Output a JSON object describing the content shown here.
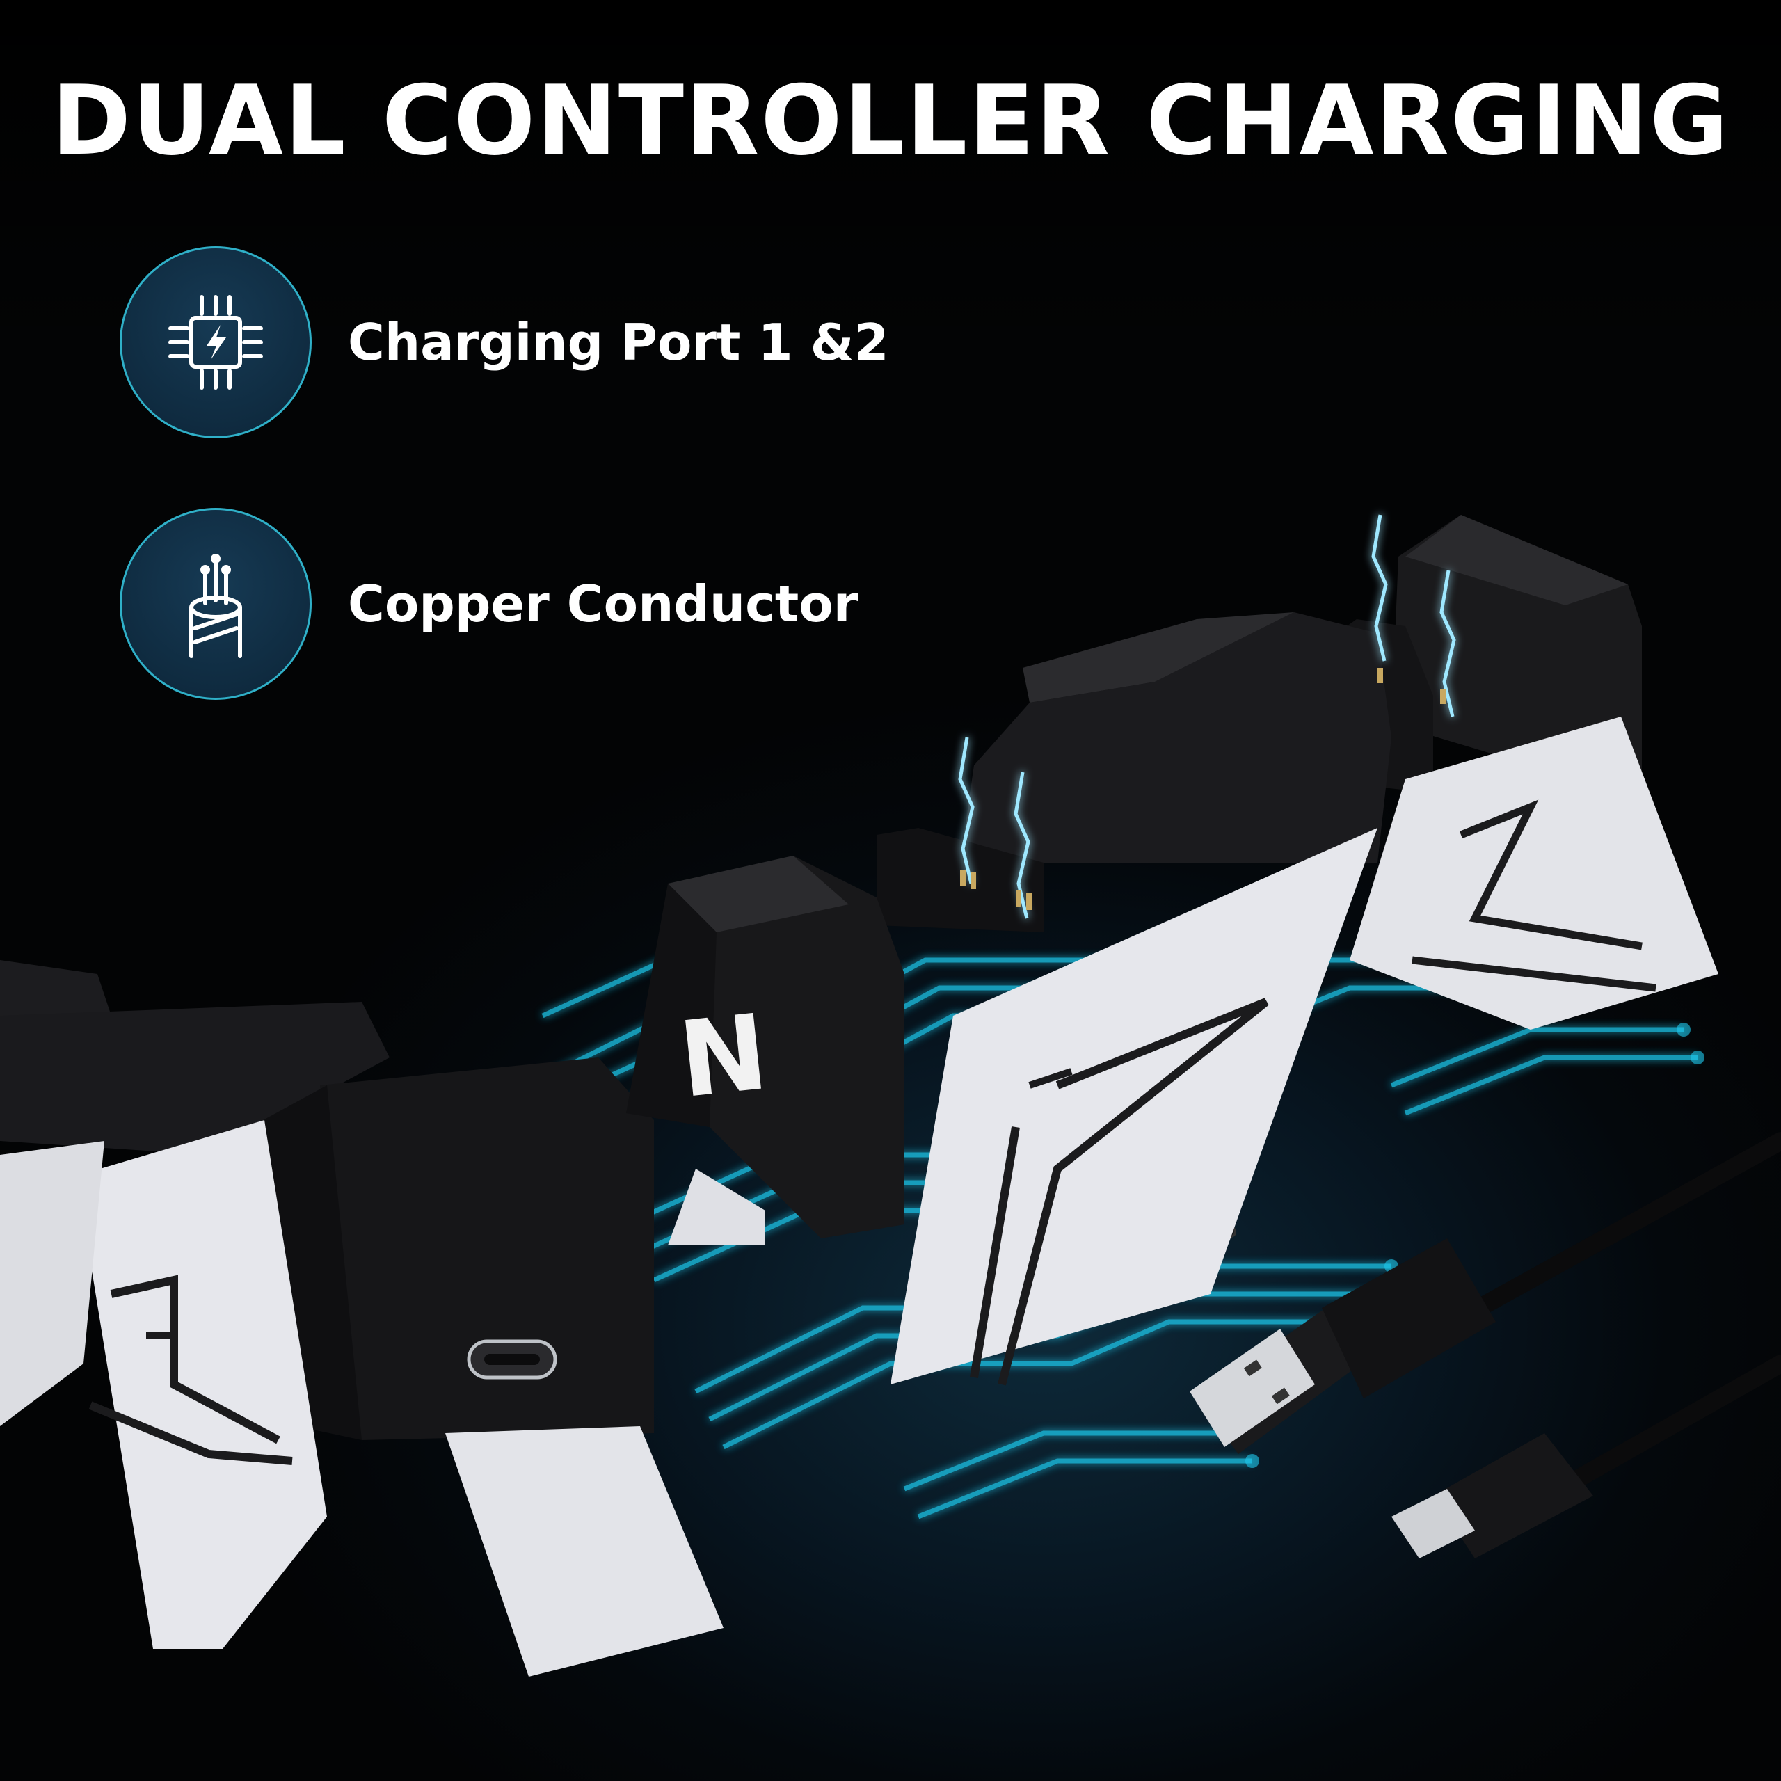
{
  "headline": "DUAL CONTROLLER CHARGING",
  "features": [
    {
      "icon": "chip-lightning-icon",
      "label": "Charging Port 1 &2"
    },
    {
      "icon": "copper-cable-icon",
      "label": "Copper Conductor"
    }
  ],
  "product": {
    "brand_mark": "N"
  },
  "colors": {
    "accent": "#2fb0c8",
    "circuit_glow": "#1fc8ec",
    "icon_circle_fill": "#0f2b40",
    "stand_white": "#e6e7ec",
    "dock_black": "#141416"
  }
}
